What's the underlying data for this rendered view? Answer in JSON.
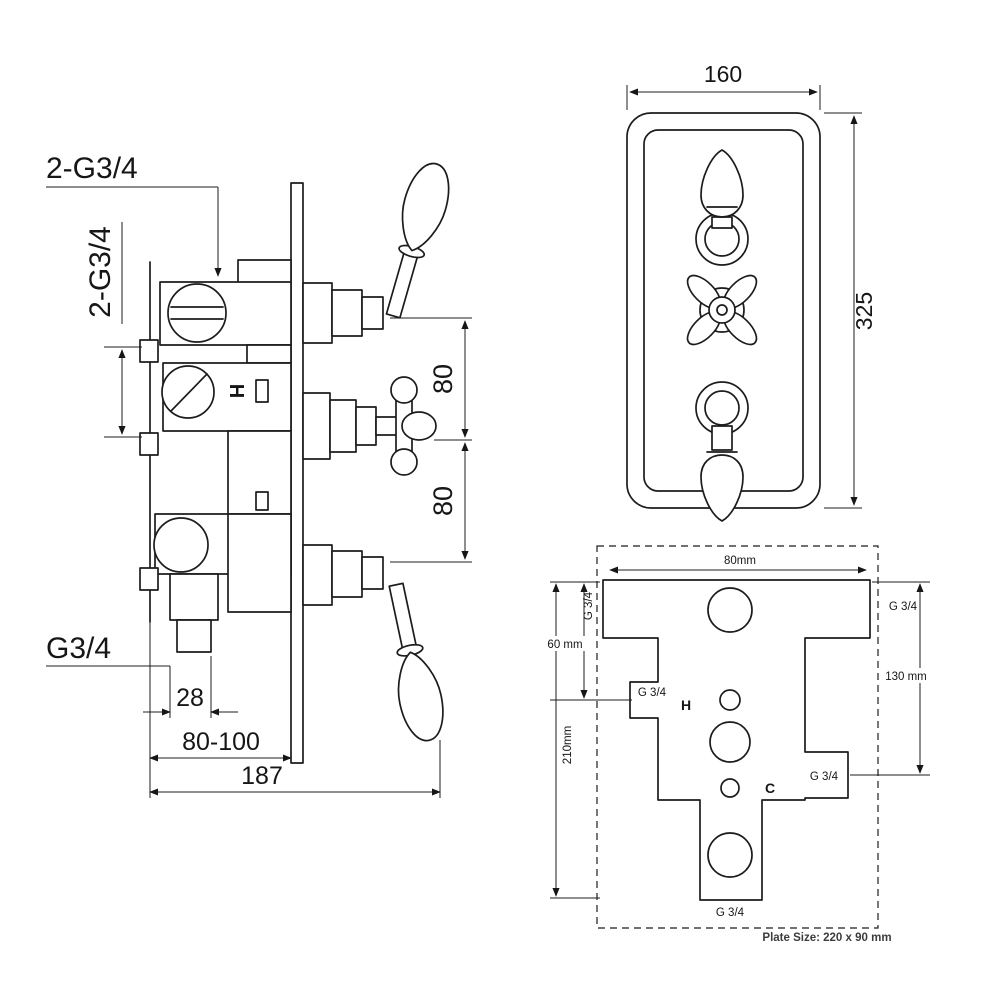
{
  "side_view": {
    "label_top_ports": "2-G3/4",
    "label_side_ports": "2-G3/4",
    "dim_spacing_upper": "80",
    "dim_spacing_lower": "80",
    "label_outlet": "G3/4",
    "dim_outlet_width": "28",
    "dim_install_depth": "80-100",
    "dim_total_depth": "187",
    "body_marking": "H"
  },
  "front_view": {
    "dim_width": "160",
    "dim_height": "325"
  },
  "rough_in": {
    "dim_width_top": "80mm",
    "port_top_left": "G 3/4",
    "port_top_right": "G 3/4",
    "dim_upper_left": "60 mm",
    "dim_right": "130 mm",
    "dim_left_total": "210mm",
    "port_hot": "G 3/4",
    "label_hot": "H",
    "label_cold": "C",
    "port_cold": "G 3/4",
    "port_bottom": "G 3/4",
    "plate_note": "Plate Size: 220 x 90 mm"
  }
}
